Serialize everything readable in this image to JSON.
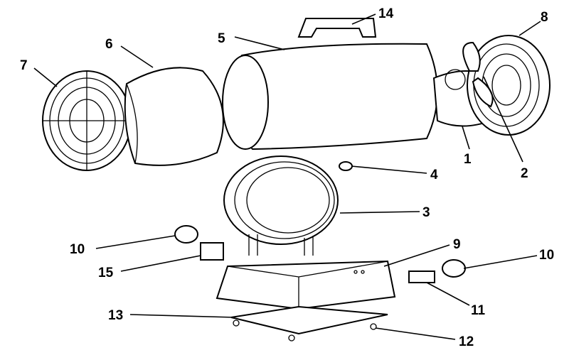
{
  "title": "Heater exploded parts diagram",
  "callouts": [
    {
      "id": "c14",
      "text": "14",
      "part": "handle"
    },
    {
      "id": "c5",
      "text": "5",
      "part": "outer-shell"
    },
    {
      "id": "c6",
      "text": "6",
      "part": "rear-shroud"
    },
    {
      "id": "c7",
      "text": "7",
      "part": "rear-guard"
    },
    {
      "id": "c8",
      "text": "8",
      "part": "front-guard"
    },
    {
      "id": "c4",
      "text": "4",
      "part": "thermostat-bulb"
    },
    {
      "id": "c1",
      "text": "1",
      "part": "motor"
    },
    {
      "id": "c2",
      "text": "2",
      "part": "fan-blade"
    },
    {
      "id": "c3",
      "text": "3",
      "part": "heating-element"
    },
    {
      "id": "c10a",
      "text": "10",
      "part": "knob-left"
    },
    {
      "id": "c15",
      "text": "15",
      "part": "switch"
    },
    {
      "id": "c9",
      "text": "9",
      "part": "base-housing"
    },
    {
      "id": "c10b",
      "text": "10",
      "part": "knob-right"
    },
    {
      "id": "c11",
      "text": "11",
      "part": "thermostat"
    },
    {
      "id": "c13",
      "text": "13",
      "part": "base-plate"
    },
    {
      "id": "c12",
      "text": "12",
      "part": "feet"
    }
  ]
}
